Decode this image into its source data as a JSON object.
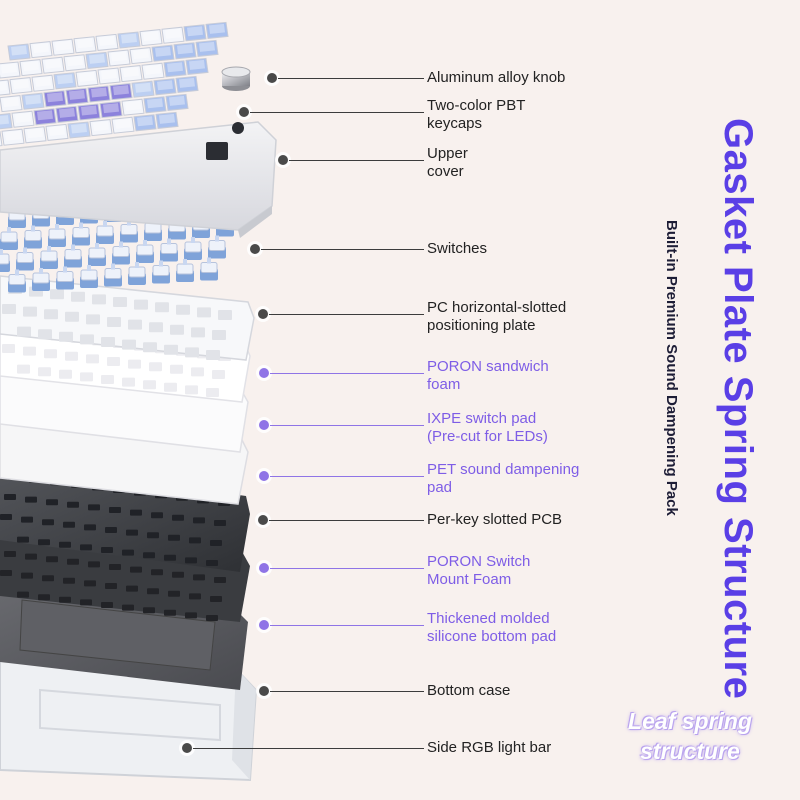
{
  "title": "Gasket Plate Spring Structure",
  "subtitle": "Built-in Premium Sound Dampening Pack",
  "badge_text": [
    "Leaf spring",
    "structure"
  ],
  "colors": {
    "background": "#f8f1ee",
    "title": "#5a3fe6",
    "accent_purple": "#8f74e6",
    "label_dark": "#222222"
  },
  "callouts": [
    {
      "lines": [
        "Aluminum alloy knob"
      ],
      "style": "dark"
    },
    {
      "lines": [
        "Two-color PBT",
        "keycaps"
      ],
      "style": "dark"
    },
    {
      "lines": [
        "Upper",
        "cover"
      ],
      "style": "dark"
    },
    {
      "lines": [
        "Switches"
      ],
      "style": "dark"
    },
    {
      "lines": [
        "PC horizontal-slotted",
        "positioning plate"
      ],
      "style": "dark"
    },
    {
      "lines": [
        "PORON sandwich",
        "foam"
      ],
      "style": "purple"
    },
    {
      "lines": [
        "IXPE switch pad",
        "(Pre-cut for LEDs)"
      ],
      "style": "purple"
    },
    {
      "lines": [
        "PET sound dampening",
        "pad"
      ],
      "style": "purple"
    },
    {
      "lines": [
        "Per-key slotted PCB"
      ],
      "style": "dark"
    },
    {
      "lines": [
        "PORON Switch",
        "Mount Foam"
      ],
      "style": "purple"
    },
    {
      "lines": [
        "Thickened molded",
        "silicone bottom pad"
      ],
      "style": "purple"
    },
    {
      "lines": [
        "Bottom case"
      ],
      "style": "dark"
    },
    {
      "lines": [
        "Side RGB light bar"
      ],
      "style": "dark"
    }
  ]
}
